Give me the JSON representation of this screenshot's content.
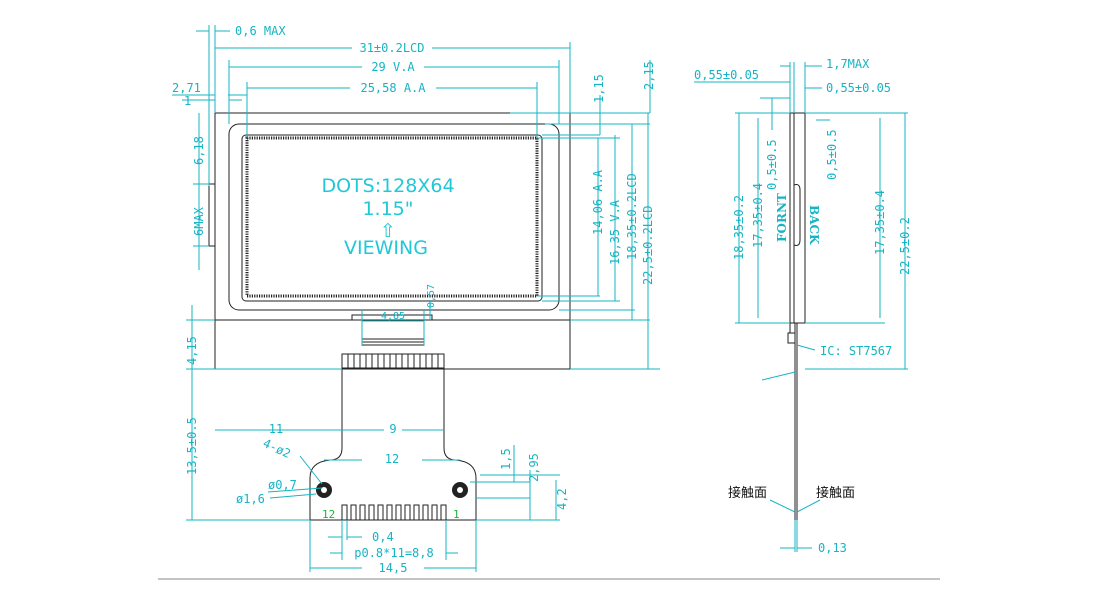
{
  "front_view": {
    "display": {
      "dots": "DOTS:128X64",
      "size": "1.15\"",
      "arrow": "⇧",
      "viewing": "VIEWING"
    },
    "dims": {
      "top_max": "0,6 MAX",
      "lcd_width": "31±0.2LCD",
      "va_width": "29 V.A",
      "aa_width": "25,58 A.A",
      "left_271": "2,71",
      "left_1": "1",
      "right_115": "1,15",
      "right_215": "2,15",
      "left_618": "6,18",
      "left_6max": "6MAX",
      "aa_height": "14,06 A.A",
      "va_height": "16,35 V.A",
      "lcd_height": "18,35±0.2LCD",
      "total_height": "22,5±0.2LCD",
      "fpc_485": "4,85",
      "fpc_057": "0,57",
      "left_415": "4,15",
      "tail_135": "13,5±0.5",
      "tail_11": "11",
      "tail_9": "9",
      "holes": "4-ø2",
      "tail_12": "12",
      "tail_15": "1,5",
      "tail_295": "2,95",
      "hole_07": "ø0,7",
      "hole_16": "ø1,6",
      "tail_42": "4,2",
      "pad_04": "0,4",
      "pitch": "p0.8*11=8,8",
      "tail_145": "14,5"
    },
    "pins": {
      "first": "12",
      "last": "1"
    }
  },
  "side_view": {
    "dims": {
      "glass_055_a": "0,55±0.05",
      "max_17": "1,7MAX",
      "glass_055_b": "0,55±0.05",
      "h_1835": "18,35±0.2",
      "h_1735_left": "17,35±0.4",
      "offset_05_left": "0,5±0.5",
      "offset_05_right": "0,5±0.5",
      "h_1735_right": "17,35±0.4",
      "h_225": "22,5±0.2",
      "ic": "IC: ST7567",
      "fpc_thick": "0,13"
    },
    "labels": {
      "front": "FORNT",
      "back": "BACK",
      "contact_left": "接触面",
      "contact_right": "接触面"
    }
  }
}
